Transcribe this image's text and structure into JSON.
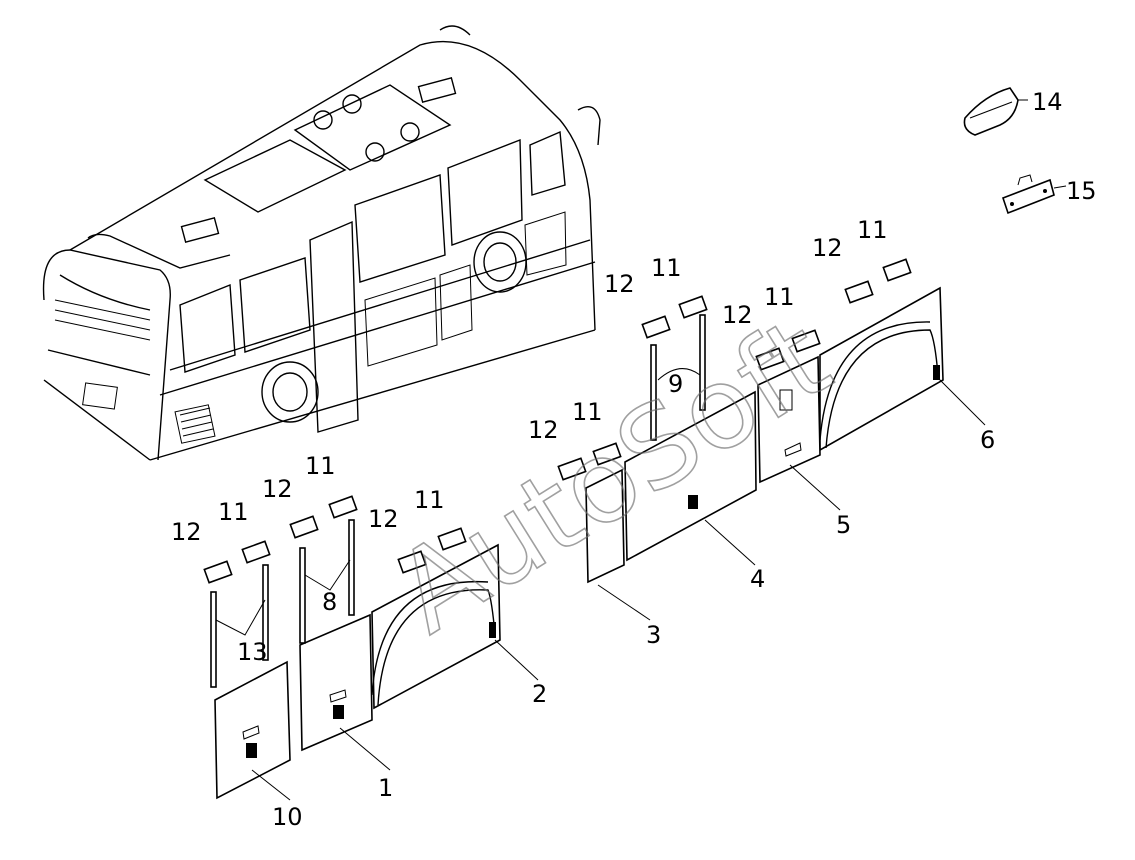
{
  "watermark": "AutoSoft",
  "callouts": {
    "c14": "14",
    "c15": "15",
    "c11_a": "11",
    "c12_a": "12",
    "c11_b": "11",
    "c12_b": "12",
    "c11_c": "11",
    "c12_c": "12",
    "c11_d": "11",
    "c12_d": "12",
    "c11_e": "11",
    "c12_e": "12",
    "c11_f": "11",
    "c12_f": "12",
    "c11_g": "11",
    "c12_g": "12",
    "c9": "9",
    "c6": "6",
    "c5": "5",
    "c4": "4",
    "c3": "3",
    "c8": "8",
    "c13": "13",
    "c2": "2",
    "c1": "1",
    "c10": "10"
  }
}
